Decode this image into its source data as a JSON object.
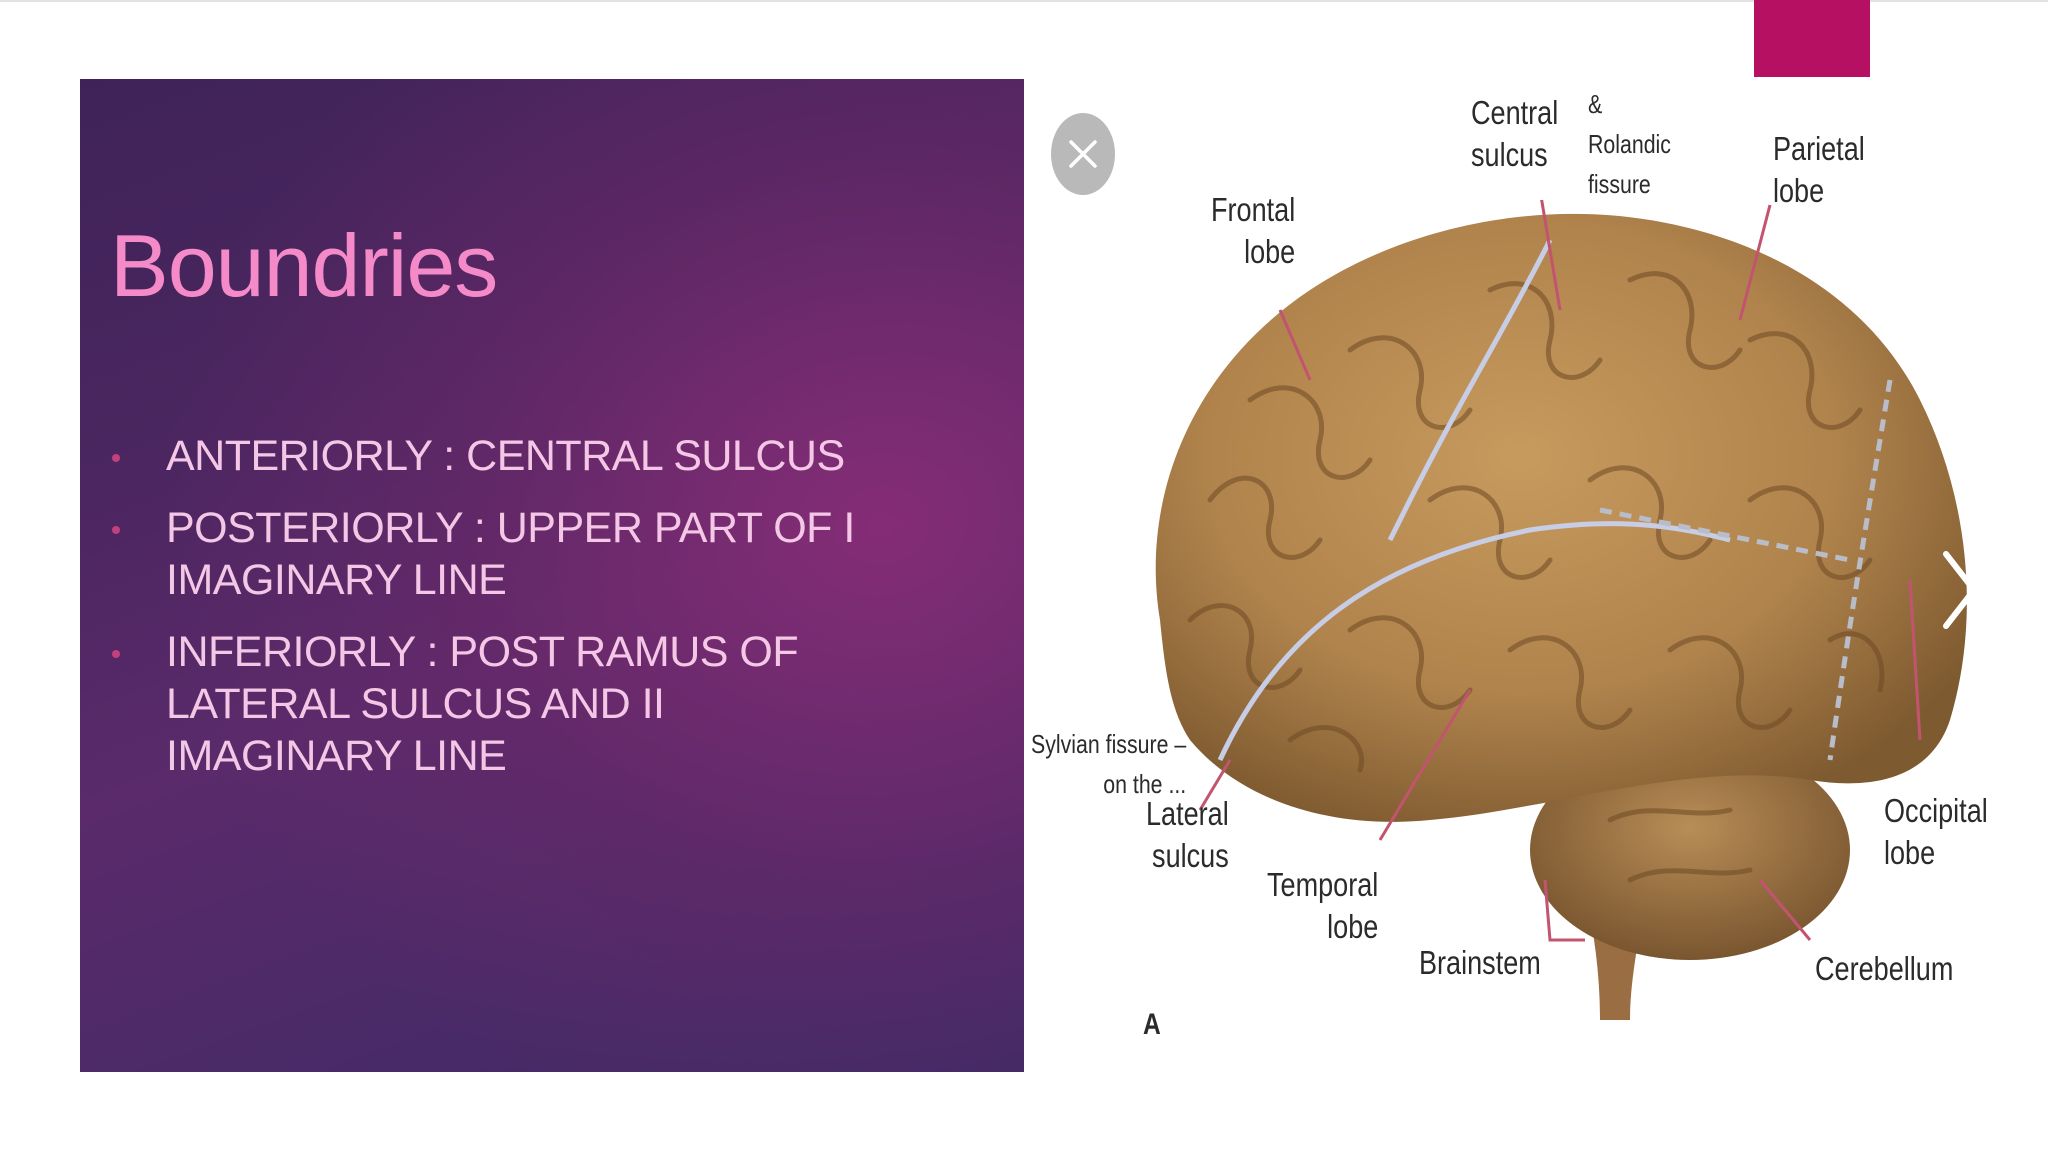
{
  "slide": {
    "title": "Boundries",
    "bullets": [
      "ANTERIORLY : CENTRAL SULCUS",
      "POSTERIORLY : UPPER PART OF I\nIMAGINARY LINE",
      "INFERIORLY : POST RAMUS OF\nLATERAL SULCUS AND II\nIMAGINARY LINE"
    ]
  },
  "figure": {
    "labels": {
      "central_sulcus": "Central\nsulcus",
      "rolandic": "&\nRolandic\nfissure",
      "parietal_lobe": "Parietal\nlobe",
      "frontal_lobe": "Frontal\nlobe",
      "sylvian_fissure": "Sylvian fissure –\non the ...",
      "lateral_sulcus": "Lateral\nsulcus",
      "temporal_lobe": "Temporal\nlobe",
      "brainstem": "Brainstem",
      "occipital_lobe": "Occipital\nlobe",
      "cerebellum": "Cerebellum",
      "panel_letter": "A"
    }
  },
  "colors": {
    "accent": "#b51062",
    "title": "#f58ac8",
    "bullet_text": "#f4c7e6",
    "brain": "#b0834c"
  },
  "icons": {
    "close": "close-icon",
    "next": "chevron-right-icon"
  }
}
